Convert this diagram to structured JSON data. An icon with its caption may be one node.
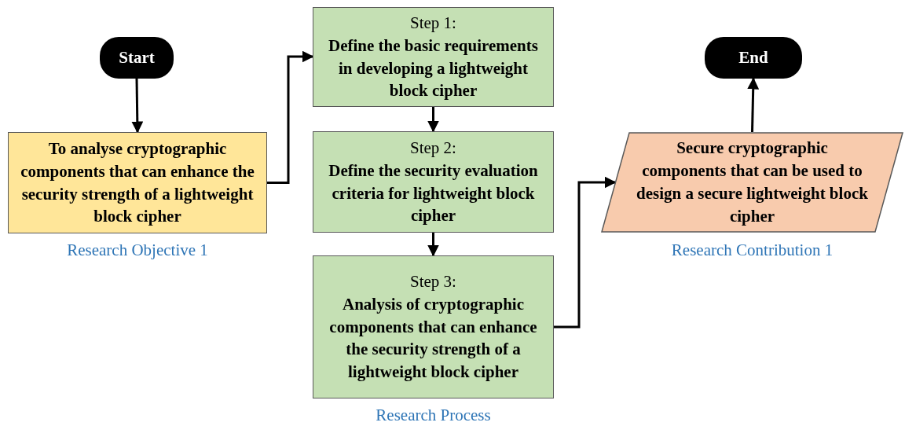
{
  "diagram": {
    "nodes": [
      {
        "text": [
          "Start"
        ]
      },
      {
        "text": [
          "To analyse cryptographic components that can enhance the security strength of a lightweight block cipher"
        ],
        "beside": [
          "Research Objective 1"
        ]
      },
      {
        "text": [
          "Step 1:",
          "Define the basic requirements in developing a lightweight block cipher"
        ]
      },
      {
        "text": [
          "Step 2:",
          "Define the security evaluation criteria for lightweight block cipher"
        ]
      },
      {
        "text": [
          "Step 3:",
          "Analysis of cryptographic components that can enhance the security strength of a lightweight block cipher"
        ],
        "beside": [
          "Research Process"
        ]
      },
      {
        "text": [
          "Secure cryptographic components that can be used to design a secure lightweight block cipher"
        ],
        "beside": [
          "Research Contribution 1"
        ]
      },
      {
        "text": [
          "End"
        ]
      }
    ],
    "edges": [
      {
        "from": 0,
        "to": 1,
        "arrow": "to"
      },
      {
        "from": 1,
        "to": 2,
        "arrow": "to"
      },
      {
        "from": 2,
        "to": 3,
        "arrow": "to"
      },
      {
        "from": 3,
        "to": 4,
        "arrow": "to"
      },
      {
        "from": 4,
        "to": 5,
        "arrow": "to"
      },
      {
        "from": 5,
        "to": 6,
        "arrow": "to"
      }
    ]
  }
}
